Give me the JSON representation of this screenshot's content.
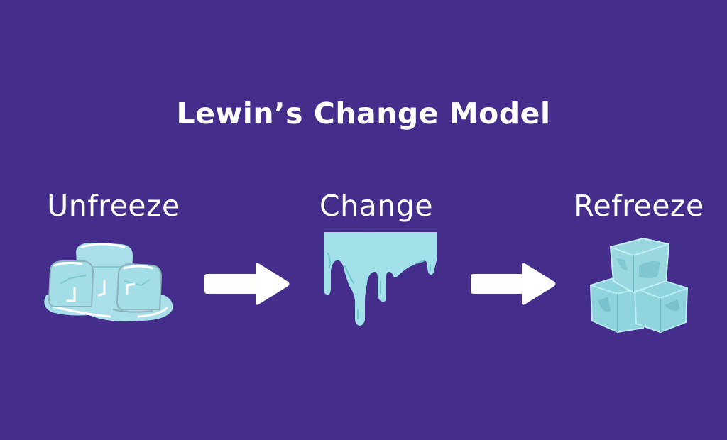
{
  "diagram": {
    "title": "Lewin’s Change Model",
    "background_color": "#452d8c",
    "stages": [
      {
        "label": "Unfreeze",
        "icon": "melting-ice-cubes-icon"
      },
      {
        "label": "Change",
        "icon": "dripping-liquid-icon"
      },
      {
        "label": "Refreeze",
        "icon": "stacked-ice-cubes-icon"
      }
    ],
    "connectors": [
      {
        "from": "Unfreeze",
        "to": "Change",
        "icon": "right-arrow-icon"
      },
      {
        "from": "Change",
        "to": "Refreeze",
        "icon": "right-arrow-icon"
      }
    ],
    "colors": {
      "text": "#ffffff",
      "arrow": "#ffffff",
      "ice_light": "#a8dfe8",
      "ice_mid": "#7fc9d3",
      "ice_shadow": "#8fb3bd",
      "liquid": "#a3e1ea"
    }
  }
}
